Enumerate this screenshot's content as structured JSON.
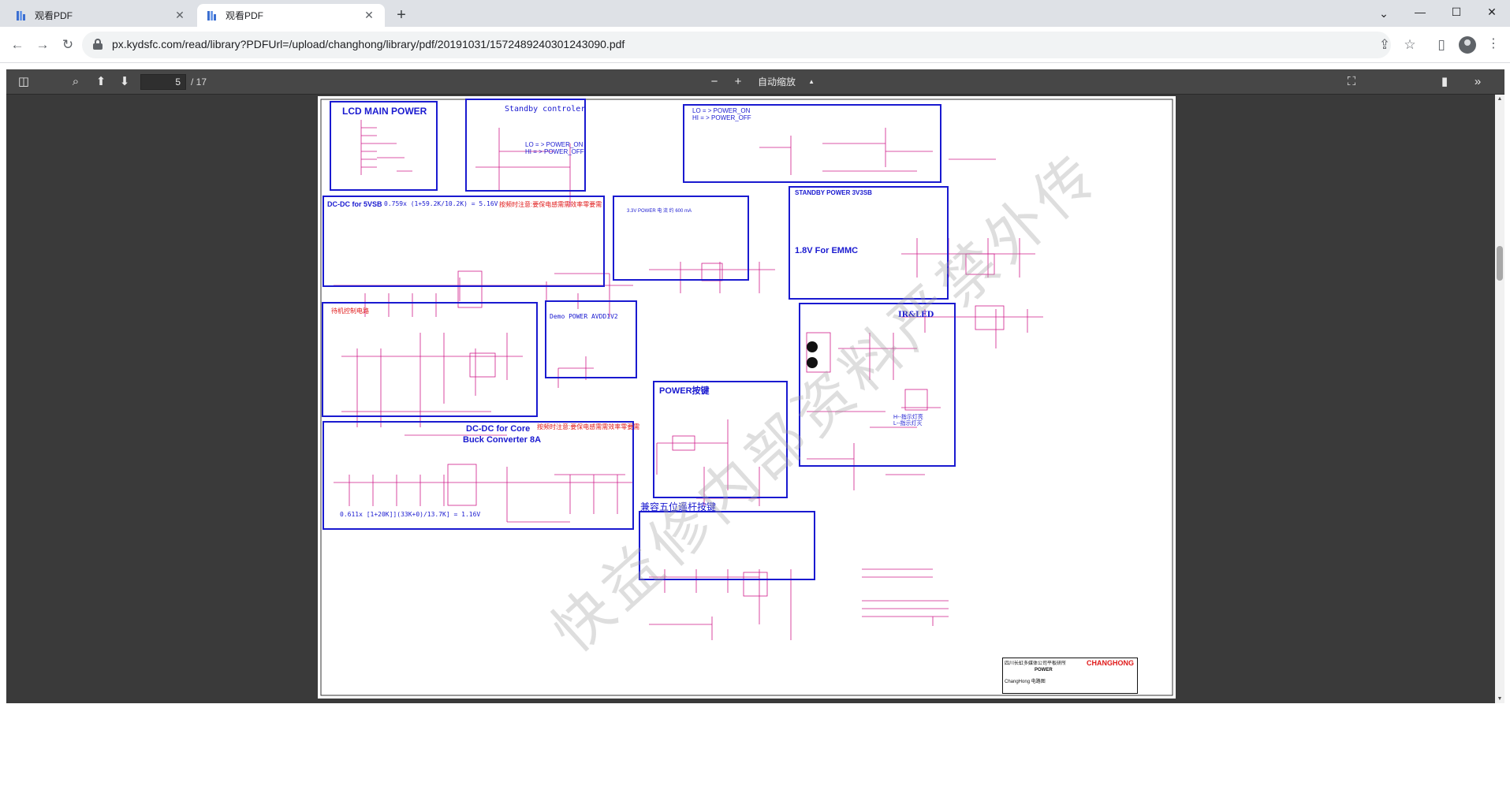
{
  "tabs": [
    {
      "title": "观看PDF",
      "active": false
    },
    {
      "title": "观看PDF",
      "active": true
    }
  ],
  "address": {
    "url": "px.kydsfc.com/read/library?PDFUrl=/upload/changhong/library/pdf/20191031/1572489240301243090.pdf"
  },
  "pdf_toolbar": {
    "page_current": "5",
    "page_total": "/ 17",
    "zoom_label": "自动缩放"
  },
  "schematic": {
    "blocks": {
      "lcd_main_power": "LCD MAIN POWER",
      "standby_controller": "Standby controler",
      "standby_lo": "LO = > POWER_ON",
      "standby_hi": "HI = > POWER_OFF",
      "power_lo": "LO = > POWER_ON",
      "power_hi": "HI = > POWER_OFF",
      "dcdc_5vsb": "DC-DC for 5VSB",
      "dcdc_5vsb_formula": "0.759x (1+59.2K/10.2K) = 5.16V",
      "note_cn_1": "按频时注意:要保电感需需效率零要需",
      "power_3v3_note": "3.3V POWER 电 流 约 600 mA",
      "standby_3v3sb": "STANDBY POWER 3V3SB",
      "emmc": "1.8V For EMMC",
      "standby_ctrl_cn": "待机控制电路",
      "demo_avdd": "Demo POWER AVDD1V2",
      "ir_led": "IR&LED",
      "power_key": "POWER按键",
      "dcdc_core_1": "DC-DC for Core",
      "dcdc_core_2": "Buck Converter 8A",
      "note_cn_2": "按频时注意:要保电感需需效率零要需",
      "core_formula": "0.611x [1+20K]](33K+0)/13.7K] = 1.16V",
      "joystick": "兼容五位遥杆按键",
      "led_notes_1": "H--指示灯亮",
      "led_notes_2": "L--指示灯灭"
    },
    "title_block": {
      "brand": "CHANGHONG",
      "company": "四川长虹多媒体公司平板研所",
      "sheet": "POWER",
      "product": "ChangHong 电路图"
    },
    "watermark": "快益修内部资料严禁外传"
  }
}
